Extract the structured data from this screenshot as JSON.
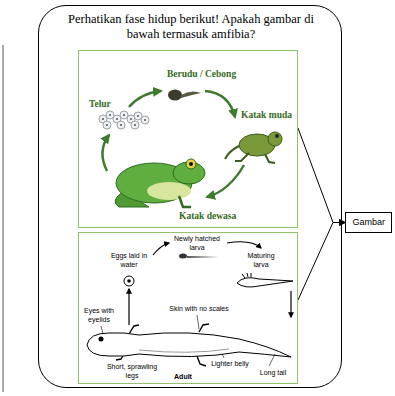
{
  "diagram": {
    "nodes": [
      {
        "text": [
          "Perhatikan fase hidup berikut! Apakah gambar di bawah termasuk amfibia?"
        ]
      },
      {
        "text": [
          "Berudu / Cebong",
          "Telur",
          "Katak muda",
          "Katak dewasa"
        ],
        "in": 0
      },
      {
        "text": [
          "Newly hatched larva",
          "Eggs laid in water",
          "Maturing larva",
          "Skin with no scales",
          "Eyes with eyelids",
          "Adult",
          "Lighter belly",
          "Short, sprawling legs",
          "Long tail"
        ],
        "in": 0
      },
      {
        "text": [
          "Gambar"
        ]
      }
    ],
    "edges": [
      {
        "from": 1,
        "to": 3,
        "arrow": "to"
      },
      {
        "from": 2,
        "to": 3,
        "arrow": "to"
      }
    ]
  }
}
